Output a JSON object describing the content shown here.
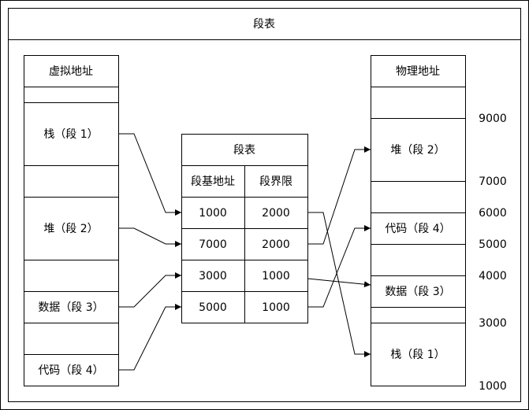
{
  "title": "段表",
  "virtual": {
    "header": "虚拟地址",
    "cells": [
      "",
      "栈（段 1）",
      "",
      "堆（段 2）",
      "",
      "数据（段 3）",
      "",
      "代码（段 4）"
    ]
  },
  "segment_table": {
    "title": "段表",
    "col_base": "段基地址",
    "col_limit": "段界限",
    "rows": [
      {
        "base": "1000",
        "limit": "2000"
      },
      {
        "base": "7000",
        "limit": "2000"
      },
      {
        "base": "3000",
        "limit": "1000"
      },
      {
        "base": "5000",
        "limit": "1000"
      }
    ]
  },
  "physical": {
    "header": "物理地址",
    "cells": [
      "",
      "堆（段 2）",
      "",
      "代码（段 4）",
      "",
      "数据（段 3）",
      "",
      "栈（段 1）"
    ],
    "addresses": [
      "9000",
      "7000",
      "6000",
      "5000",
      "4000",
      "3000",
      "1000"
    ]
  }
}
